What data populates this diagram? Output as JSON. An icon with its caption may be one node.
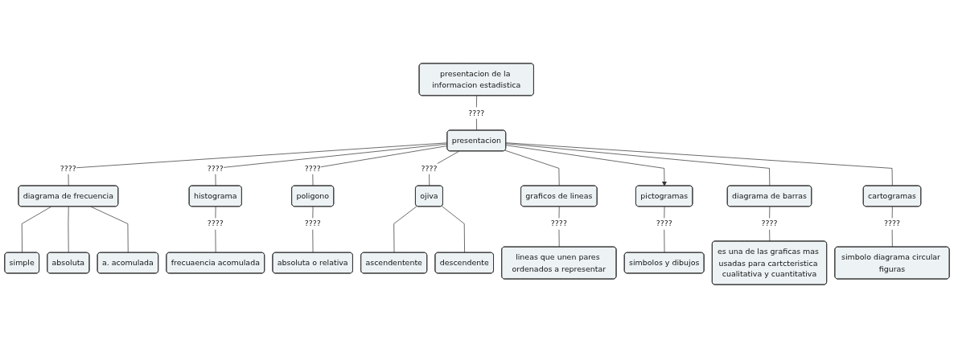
{
  "diagram": {
    "nodes": [
      {
        "text": [
          "presentacion de la informacion estadistica"
        ]
      },
      {
        "text": [
          "presentacion"
        ]
      },
      {
        "text": [
          "diagrama de frecuencia"
        ]
      },
      {
        "text": [
          "histograma"
        ]
      },
      {
        "text": [
          "poligono"
        ]
      },
      {
        "text": [
          "ojiva"
        ]
      },
      {
        "text": [
          "graficos de lineas"
        ]
      },
      {
        "text": [
          "pictogramas"
        ]
      },
      {
        "text": [
          "diagrama de barras"
        ]
      },
      {
        "text": [
          "cartogramas"
        ]
      },
      {
        "text": [
          "simple"
        ]
      },
      {
        "text": [
          "absoluta"
        ]
      },
      {
        "text": [
          "a. acomulada"
        ]
      },
      {
        "text": [
          "frecuaencia acomulada"
        ]
      },
      {
        "text": [
          "absoluta o relativa"
        ]
      },
      {
        "text": [
          "ascendentente"
        ]
      },
      {
        "text": [
          "descendente"
        ]
      },
      {
        "text": [
          "lineas que unen pares ordenados a representar"
        ]
      },
      {
        "text": [
          "simbolos y dibujos"
        ]
      },
      {
        "text": [
          "es una de las graficas mas usadas para cartcteristica cualitativa y cuantitativa"
        ]
      },
      {
        "text": [
          "simbolo diagrama circular figuras"
        ]
      }
    ],
    "edges": [
      {
        "from": 0,
        "to": 1,
        "arrow": "none",
        "label": "????"
      },
      {
        "from": 1,
        "to": 2,
        "arrow": "none",
        "label": "????"
      },
      {
        "from": 1,
        "to": 3,
        "arrow": "none",
        "label": "????"
      },
      {
        "from": 1,
        "to": 4,
        "arrow": "none",
        "label": "????"
      },
      {
        "from": 1,
        "to": 5,
        "arrow": "none",
        "label": "????"
      },
      {
        "from": 1,
        "to": 6,
        "arrow": "none"
      },
      {
        "from": 1,
        "to": 7,
        "arrow": "to"
      },
      {
        "from": 1,
        "to": 8,
        "arrow": "none"
      },
      {
        "from": 1,
        "to": 9,
        "arrow": "none"
      },
      {
        "from": 2,
        "to": 10,
        "arrow": "none"
      },
      {
        "from": 2,
        "to": 11,
        "arrow": "none"
      },
      {
        "from": 2,
        "to": 12,
        "arrow": "none"
      },
      {
        "from": 3,
        "to": 13,
        "arrow": "none",
        "label": "????"
      },
      {
        "from": 4,
        "to": 14,
        "arrow": "none",
        "label": "????"
      },
      {
        "from": 5,
        "to": 15,
        "arrow": "none"
      },
      {
        "from": 5,
        "to": 16,
        "arrow": "none"
      },
      {
        "from": 6,
        "to": 17,
        "arrow": "none",
        "label": "????"
      },
      {
        "from": 7,
        "to": 18,
        "arrow": "none",
        "label": "????"
      },
      {
        "from": 8,
        "to": 19,
        "arrow": "none",
        "label": "????"
      },
      {
        "from": 9,
        "to": 20,
        "arrow": "none",
        "label": "????"
      }
    ]
  }
}
